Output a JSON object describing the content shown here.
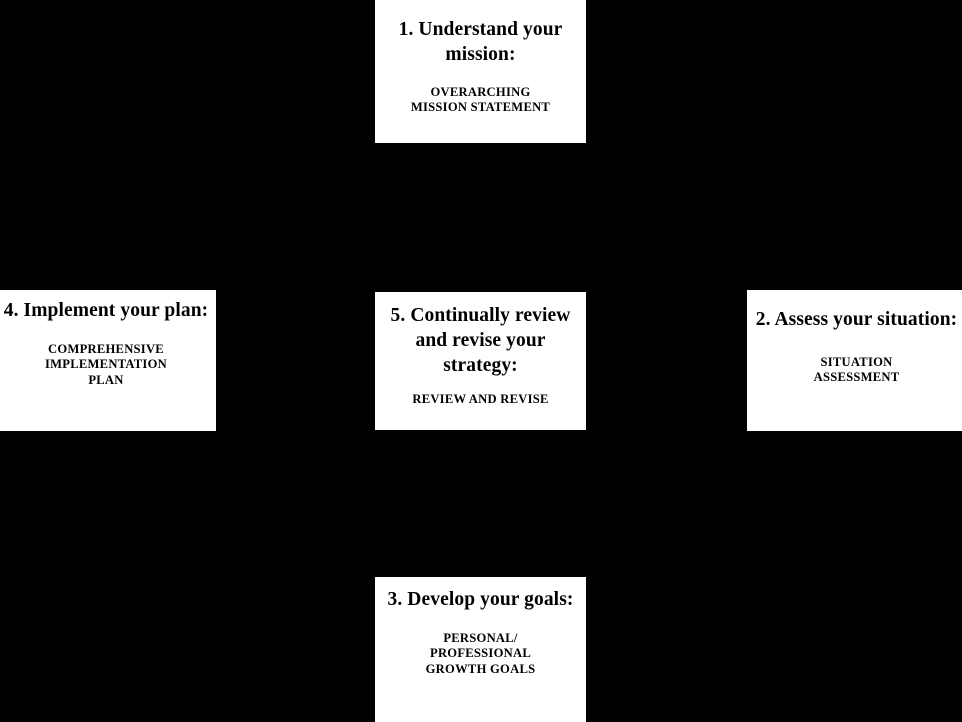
{
  "diagram": {
    "background_color": "#000000",
    "node_fill_color": "#ffffff",
    "node_border_color": "#000000",
    "text_color": "#000000",
    "nodes": [
      {
        "id": "understand",
        "title": "1. Understand your mission:",
        "subtitle": "OVERARCHING\nMISSION STATEMENT"
      },
      {
        "id": "assess",
        "title": "2. Assess your situation:",
        "subtitle": "SITUATION\nASSESSMENT"
      },
      {
        "id": "develop",
        "title": "3. Develop your goals:",
        "subtitle": "PERSONAL/\nPROFESSIONAL\nGROWTH GOALS"
      },
      {
        "id": "implement",
        "title": "4. Implement your plan:",
        "subtitle": "COMPREHENSIVE\nIMPLEMENTATION\nPLAN"
      },
      {
        "id": "review",
        "title": "5. Continually review and revise your strategy:",
        "subtitle": "REVIEW AND  REVISE"
      }
    ]
  }
}
